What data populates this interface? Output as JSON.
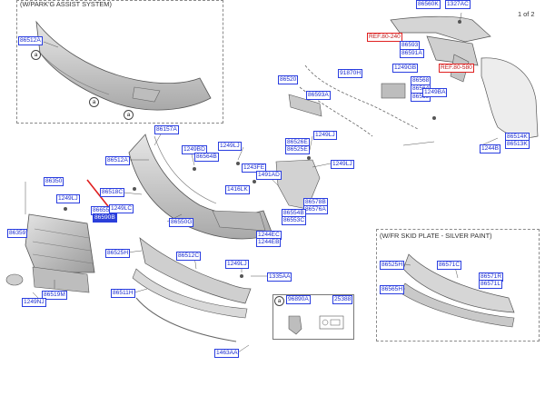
{
  "page_indicator": "1 of 2",
  "sections": {
    "parking_assist": "(W/PARK'G ASSIST SYSTEM)",
    "skid_plate": "(W/FR SKID PLATE - SILVER PAINT)"
  },
  "callouts": [
    "a",
    "a",
    "a",
    "a"
  ],
  "labels": {
    "p86512A_top": "86512A",
    "p86560K": "86560K",
    "p1327AC": "1327AC",
    "ref8024": "REF.80-240",
    "p86593": "86593",
    "p86591A": "86591A",
    "p1249GB": "1249GB",
    "p86568": "86568",
    "p86564": "86564",
    "p86569": "86569",
    "ref80580": "REF.80-580",
    "p91870H": "91870H",
    "p86520": "86520",
    "p86593A": "86593A",
    "p1249BA": "1249BA",
    "p86514": "86514K",
    "p86513": "86513K",
    "p1244B": "1244B",
    "p86157A": "86157A",
    "p1249BD": "1249BD",
    "p86564B": "86564B",
    "p1249L_a": "1249LJ",
    "p86526": "86526E",
    "p86525": "86525E",
    "p1249L_b": "1249LJ",
    "p1249L_c": "1249LJ",
    "p86512A_mid": "86512A",
    "p1243FE": "1243FE",
    "p1491AD": "1491AD",
    "p86350": "86350",
    "p1249L_d": "1249LJ",
    "p86518C": "86518C",
    "p1416LK": "1416LK",
    "p86578": "86578B",
    "p86576": "86576A",
    "p86655": "86655B",
    "p86590": "86590B",
    "p1249LC": "1249LC",
    "p86554": "86554B",
    "p86553": "86553C",
    "p86550G": "86550G",
    "p86359": "86359",
    "p86525H_left": "86525H",
    "p1244EC": "1244EC",
    "p1244EB": "1244EB",
    "p86512C": "86512C",
    "p1249L_e": "1249LJ",
    "p1335AA": "1335AA",
    "p86519M": "86519M",
    "p1249NJ": "1249NJ",
    "p86511": "86511H",
    "p96890A": "96890A",
    "p25388": "25388",
    "p1463AA": "1463AA",
    "p86525H_right": "86525H",
    "p86571C": "86571C",
    "p86571R": "86571R",
    "p86571L": "86571L",
    "p86565": "86565H"
  },
  "colors": {
    "label_border": "#2a3ee0",
    "label_text": "#1a2bd0",
    "highlight": "#e02020",
    "part_fill": "#cfcfcf",
    "part_stroke": "#555555"
  },
  "icons": [
    "pointer-arrow-icon",
    "bolt-icon",
    "clip-icon",
    "label-sticker-icon"
  ]
}
